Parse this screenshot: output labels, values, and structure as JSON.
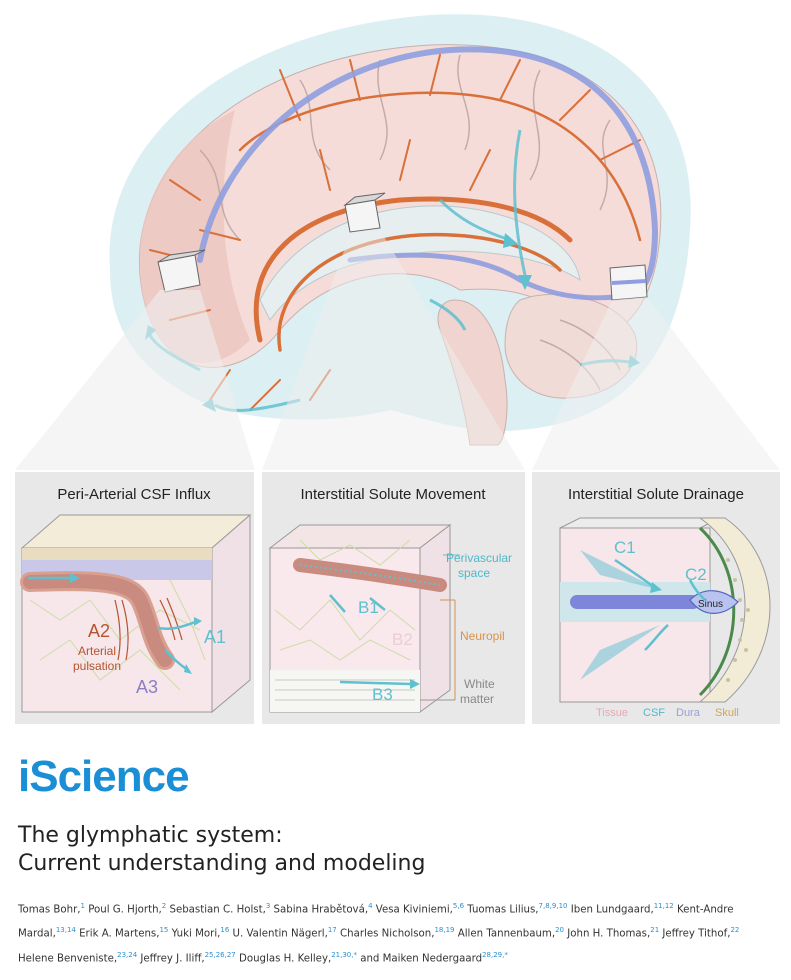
{
  "journal": "iScience",
  "title_line1": "The glymphatic system:",
  "title_line2": "Current understanding and modeling",
  "panels": {
    "a": {
      "title": "Peri-Arterial CSF Influx",
      "labels": {
        "a1": "A1",
        "a2": "A2",
        "a3": "A3",
        "arterial_pulsation_1": "Arterial",
        "arterial_pulsation_2": "pulsation"
      }
    },
    "b": {
      "title": "Interstitial Solute Movement",
      "labels": {
        "b1": "B1",
        "b2": "B2",
        "b3": "B3",
        "perivascular_1": "Perivascular",
        "perivascular_2": "space",
        "neuropil": "Neuropil",
        "white_matter_1": "White",
        "white_matter_2": "matter"
      }
    },
    "c": {
      "title": "Interstitial Solute Drainage",
      "labels": {
        "c1": "C1",
        "c2": "C2",
        "sinus": "Sinus",
        "tissue": "Tissue",
        "csf": "CSF",
        "dura": "Dura",
        "skull": "Skull"
      }
    }
  },
  "authors": [
    {
      "name": "Tomas Bohr,",
      "aff": "1"
    },
    {
      "name": " Poul G. Hjorth,",
      "aff": "2"
    },
    {
      "name": " Sebastian C. Holst,",
      "aff": "3"
    },
    {
      "name": " Sabina Hrabětová,",
      "aff": "4"
    },
    {
      "name": " Vesa Kiviniemi,",
      "aff": "5,6"
    },
    {
      "name": " Tuomas Lilius,",
      "aff": "7,8,9,10"
    },
    {
      "name": " Iben Lundgaard,",
      "aff": "11,12"
    },
    {
      "name": " Kent-Andre Mardal,",
      "aff": "13,14"
    },
    {
      "name": " Erik A. Martens,",
      "aff": "15"
    },
    {
      "name": " Yuki Mori,",
      "aff": "16"
    },
    {
      "name": " U. Valentin Nägerl,",
      "aff": "17"
    },
    {
      "name": " Charles Nicholson,",
      "aff": "18,19"
    },
    {
      "name": " Allen Tannenbaum,",
      "aff": "20"
    },
    {
      "name": " John H. Thomas,",
      "aff": "21"
    },
    {
      "name": " Jeffrey Tithof,",
      "aff": "22"
    },
    {
      "name": " Helene Benveniste,",
      "aff": "23,24"
    },
    {
      "name": " Jeffrey J. Iliff,",
      "aff": "25,26,27"
    },
    {
      "name": " Douglas H. Kelley,",
      "aff": "21,30,*"
    },
    {
      "name": " and Maiken Nedergaard",
      "aff": "28,29,*"
    }
  ],
  "colors": {
    "brand": "#1b8fd6",
    "csf": "#4fb8c9",
    "artery": "#d9703a",
    "vein": "#8f9ee0",
    "tissue": "#f6d5d2",
    "panel_bg": "#e8e8e8"
  }
}
